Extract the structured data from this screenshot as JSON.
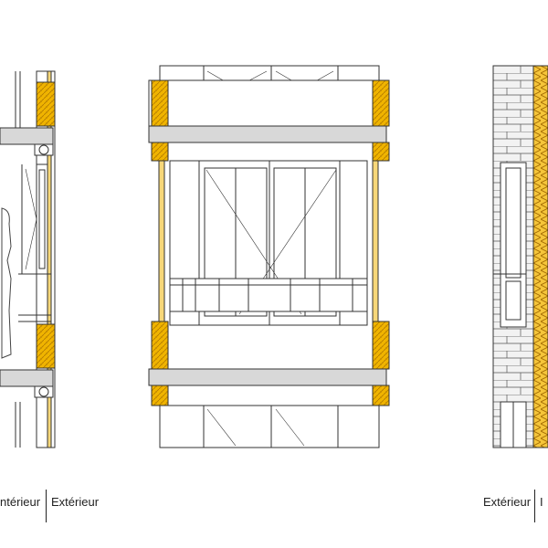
{
  "labels": {
    "left_interior": "ntérieur",
    "left_exterior": "Extérieur",
    "right_exterior": "Extérieur",
    "right_interior": "I"
  },
  "colors": {
    "insulation": "#f0b400",
    "insulation_light": "#f7d779",
    "slab": "#d8d8d8",
    "brick_fill": "#efefef",
    "line": "#333333"
  }
}
